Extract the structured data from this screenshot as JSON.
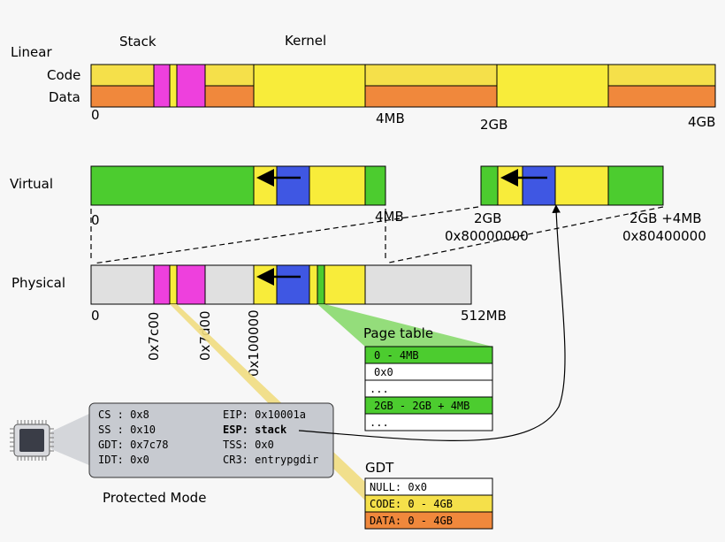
{
  "colors": {
    "code": "#f5e04a",
    "data": "#f0883c",
    "kernel": "#f8ec3a",
    "stack": "#ee40dd",
    "green": "#4ccc2f",
    "blue": "#3f57e3",
    "gray": "#e0e0e0",
    "register_box": "#c7cad0",
    "highlight": "#f0dc80"
  },
  "linear": {
    "title": "Linear",
    "stack_label": "Stack",
    "kernel_label": "Kernel",
    "row_code": "Code",
    "row_data": "Data",
    "ticks": [
      "0",
      "4MB",
      "2GB",
      "4GB"
    ]
  },
  "virtual": {
    "title": "Virtual",
    "ticks": [
      "0",
      "4MB",
      "2GB",
      "0x80000000",
      "2GB +4MB",
      "0x80400000"
    ]
  },
  "physical": {
    "title": "Physical",
    "ticks": [
      "0",
      "512MB"
    ],
    "rot_ticks": [
      "0x7c00",
      "0x7d00",
      "0x100000"
    ]
  },
  "page_table": {
    "title": "Page table",
    "rows": [
      "0 - 4MB",
      "0x0",
      "...",
      "2GB - 2GB + 4MB",
      "..."
    ]
  },
  "registers": {
    "left": [
      "CS : 0x8",
      "SS : 0x10",
      "GDT: 0x7c78",
      "IDT: 0x0"
    ],
    "right": [
      "EIP: 0x10001a",
      "ESP: stack",
      "TSS: 0x0",
      "CR3: entrypgdir"
    ],
    "caption": "Protected Mode"
  },
  "gdt": {
    "title": "GDT",
    "rows": [
      "NULL: 0x0",
      "CODE: 0 - 4GB",
      "DATA: 0 - 4GB"
    ]
  }
}
